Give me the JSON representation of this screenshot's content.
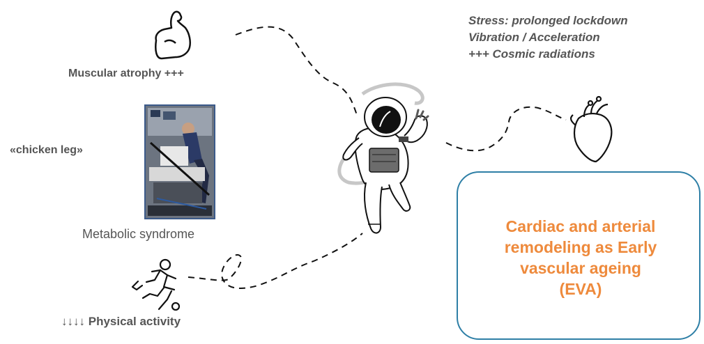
{
  "labels": {
    "muscular": "Muscular atrophy  +++",
    "chicken_leg": "«chicken leg»",
    "metabolic": "Metabolic syndrome",
    "physical_arrows": "↓↓↓↓",
    "physical": "Physical activity"
  },
  "stressors": [
    "Stress: prolonged lockdown",
    "Vibration / Acceleration",
    "+++ Cosmic radiations"
  ],
  "eva": {
    "lines": [
      "Cardiac and arterial",
      "remodeling  as  Early",
      "vascular ageing",
      "(EVA)"
    ]
  },
  "colors": {
    "eva_text": "#ee8a3c",
    "eva_border": "#2e7fa6",
    "label_text": "#555555"
  },
  "icons": [
    "bicep-icon",
    "astronaut-figure",
    "heart-icon",
    "running-person-icon",
    "astronaut-exercise-photo"
  ]
}
